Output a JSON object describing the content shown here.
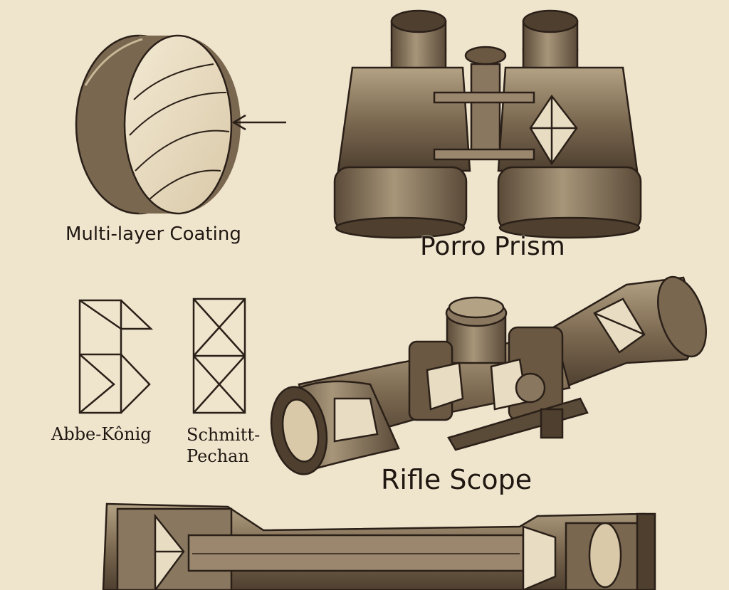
{
  "labels": {
    "coating": "Multi-layer Coating",
    "porro": "Porro Prism",
    "abbe": "Abbe-Kônig",
    "schmitt_line1": "Schmitt-",
    "schmitt_line2": "Pechan",
    "rifle": "Rifle Scope"
  },
  "colors": {
    "background": "#efe4cc",
    "ink": "#2a2018",
    "metal_dark": "#5a4a38",
    "metal_mid": "#8a7760",
    "metal_light": "#c8b898",
    "prism_fill": "#e8dcc2"
  }
}
